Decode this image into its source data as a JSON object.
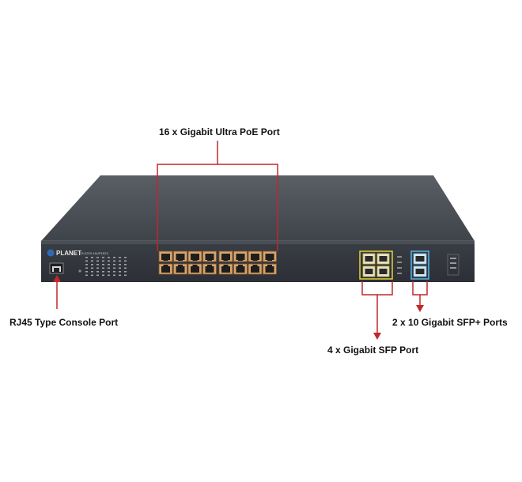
{
  "labels": {
    "poe_ports": "16 x Gigabit Ultra PoE Port",
    "console_port": "RJ45 Type Console Port",
    "sfp_plus_ports": "2 x 10 Gigabit SFP+ Ports",
    "sfp_ports": "4 x Gigabit SFP Port"
  },
  "device": {
    "brand": "PLANET",
    "model": "GS-5220-16UP4S2X",
    "poe_port_count": 16,
    "sfp_port_count": 4,
    "sfp_plus_port_count": 2
  },
  "colors": {
    "callout_red": "#c0282c",
    "chassis": "#4b4f56",
    "sfp_frame": "#e4d23a",
    "sfp_plus_frame": "#5ab4e6"
  }
}
